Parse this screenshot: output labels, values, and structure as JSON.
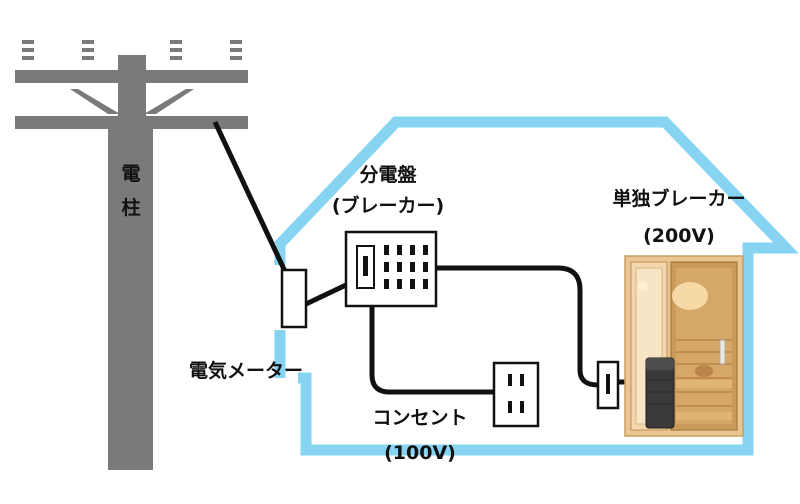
{
  "labels": {
    "pole_chars": [
      "電",
      "柱"
    ],
    "meter": "電気メーター",
    "panel_title": "分電盤",
    "panel_sub": "(ブレーカー)",
    "dedicated_breaker": "単独ブレーカー",
    "dedicated_voltage": "(200V)",
    "outlet": "コンセント",
    "outlet_voltage": "(100V)"
  },
  "colors": {
    "pole": "#7a7a7a",
    "house_outline": "#86d3f2",
    "wire": "#111111",
    "sauna_wood": "#e9c592",
    "heater": "#3a3a3a"
  }
}
